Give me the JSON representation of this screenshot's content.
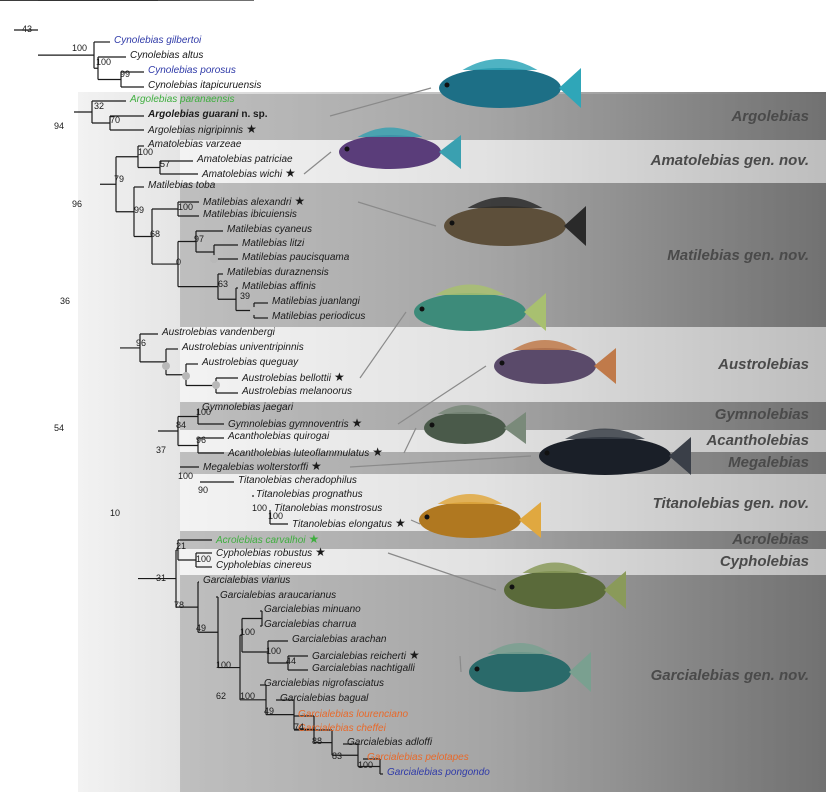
{
  "colors": {
    "band_dark": "#9a9a9a",
    "band_light": "#e2e2e2",
    "blue_taxon": "#2f3aa8",
    "green_taxon": "#3fae3f",
    "orange_taxon": "#e8692a",
    "branch": "#1a1a1a",
    "node_dot": "#b8b8b8"
  },
  "root_support": "43",
  "bands": [
    {
      "id": "argolebias",
      "label": "Argolebias",
      "tone": "dark"
    },
    {
      "id": "amatolebias",
      "label": "Amatolebias gen. nov.",
      "tone": "light"
    },
    {
      "id": "matilebias",
      "label": "Matilebias gen. nov.",
      "tone": "dark"
    },
    {
      "id": "austrolebias",
      "label": "Austrolebias",
      "tone": "light"
    },
    {
      "id": "gymnolebias",
      "label": "Gymnolebias",
      "tone": "dark"
    },
    {
      "id": "acantholebias",
      "label": "Acantholebias",
      "tone": "light"
    },
    {
      "id": "megalebias",
      "label": "Megalebias",
      "tone": "dark"
    },
    {
      "id": "titanolebias",
      "label": "Titanolebias gen. nov.",
      "tone": "light"
    },
    {
      "id": "acrolebias",
      "label": "Acrolebias",
      "tone": "dark"
    },
    {
      "id": "cypholebias",
      "label": "Cypholebias",
      "tone": "light"
    },
    {
      "id": "garcialebias",
      "label": "Garcialebias gen. nov.",
      "tone": "dark"
    }
  ],
  "taxa": [
    {
      "name": "Cynolebias gilbertoi",
      "color": "blue"
    },
    {
      "name": "Cynolebias altus",
      "color": "black"
    },
    {
      "name": "Cynolebias porosus",
      "color": "blue"
    },
    {
      "name": "Cynolebias itapicuruensis",
      "color": "black"
    },
    {
      "name": "Argolebias paranaensis",
      "color": "green"
    },
    {
      "name": "Argolebias guarani",
      "suffix": "n. sp.",
      "color": "black",
      "bold": true
    },
    {
      "name": "Argolebias nigripinnis",
      "color": "black",
      "star": true
    },
    {
      "name": "Amatolebias varzeae",
      "color": "black"
    },
    {
      "name": "Amatolebias patriciae",
      "color": "black"
    },
    {
      "name": "Amatolebias wichi",
      "color": "black",
      "star": true
    },
    {
      "name": "Matilebias toba",
      "color": "black"
    },
    {
      "name": "Matilebias alexandri",
      "color": "black",
      "star": true
    },
    {
      "name": "Matilebias ibicuiensis",
      "color": "black"
    },
    {
      "name": "Matilebias cyaneus",
      "color": "black"
    },
    {
      "name": "Matilebias litzi",
      "color": "black"
    },
    {
      "name": "Matilebias paucisquama",
      "color": "black"
    },
    {
      "name": "Matilebias duraznensis",
      "color": "black"
    },
    {
      "name": "Matilebias affinis",
      "color": "black"
    },
    {
      "name": "Matilebias juanlangi",
      "color": "black"
    },
    {
      "name": "Matilebias periodicus",
      "color": "black"
    },
    {
      "name": "Austrolebias vandenbergi",
      "color": "black"
    },
    {
      "name": "Austrolebias univentripinnis",
      "color": "black"
    },
    {
      "name": "Austrolebias queguay",
      "color": "black"
    },
    {
      "name": "Austrolebias bellottii",
      "color": "black",
      "star": true
    },
    {
      "name": "Austrolebias melanoorus",
      "color": "black"
    },
    {
      "name": "Gymnolebias jaegari",
      "color": "black"
    },
    {
      "name": "Gymnolebias gymnoventris",
      "color": "black",
      "star": true
    },
    {
      "name": "Acantholebias quirogai",
      "color": "black"
    },
    {
      "name": "Acantholebias luteoflammulatus",
      "color": "black",
      "star": true
    },
    {
      "name": "Megalebias wolterstorffi",
      "color": "black",
      "star": true
    },
    {
      "name": "Titanolebias cheradophilus",
      "color": "black"
    },
    {
      "name": "Titanolebias prognathus",
      "color": "black"
    },
    {
      "name": "Titanolebias monstrosus",
      "color": "black"
    },
    {
      "name": "Titanolebias elongatus",
      "color": "black",
      "star": true
    },
    {
      "name": "Acrolebias carvalhoi",
      "color": "green",
      "star": true
    },
    {
      "name": "Cypholebias robustus",
      "color": "black",
      "star": true
    },
    {
      "name": "Cypholebias cinereus",
      "color": "black"
    },
    {
      "name": "Garcialebias viarius",
      "color": "black"
    },
    {
      "name": "Garcialebias araucarianus",
      "color": "black"
    },
    {
      "name": "Garcialebias minuano",
      "color": "black"
    },
    {
      "name": "Garcialebias charrua",
      "color": "black"
    },
    {
      "name": "Garcialebias arachan",
      "color": "black"
    },
    {
      "name": "Garcialebias reicherti",
      "color": "black",
      "star": true
    },
    {
      "name": "Garcialebias nachtigalli",
      "color": "black"
    },
    {
      "name": "Garcialebias nigrofasciatus",
      "color": "black"
    },
    {
      "name": "Garcialebias bagual",
      "color": "black"
    },
    {
      "name": "Garcialebias lourenciano",
      "color": "orange"
    },
    {
      "name": "Garcialebias cheffei",
      "color": "orange"
    },
    {
      "name": "Garcialebias adloffi",
      "color": "black"
    },
    {
      "name": "Garcialebias pelotapes",
      "color": "orange"
    },
    {
      "name": "Garcialebias pongondo",
      "color": "blue"
    }
  ],
  "support_values": [
    "100",
    "100",
    "99",
    "32",
    "70",
    "94",
    "96",
    "100",
    "57",
    "79",
    "99",
    "100",
    "68",
    "97",
    "0",
    "63",
    "39",
    "36",
    "96",
    "54",
    "100",
    "84",
    "96",
    "37",
    "100",
    "90",
    "100",
    "100",
    "10",
    "21",
    "100",
    "31",
    "78",
    "49",
    "100",
    "100",
    "44",
    "100",
    "62",
    "100",
    "49",
    "74",
    "88",
    "83",
    "100"
  ]
}
